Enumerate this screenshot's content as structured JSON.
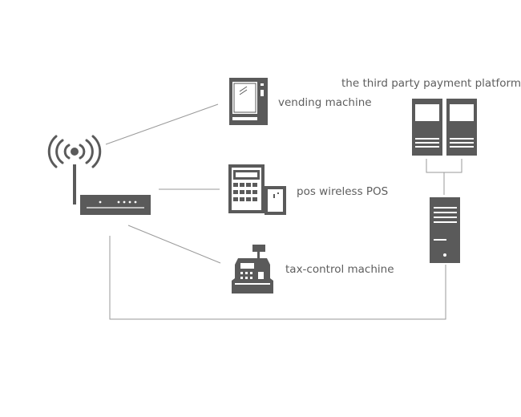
{
  "labels": {
    "vending_machine": "vending machine",
    "pos": "pos wireless POS",
    "tax_control": "tax-control machine",
    "payment_platform": "the third party payment platform"
  },
  "icons": {
    "router": "wireless-router-icon",
    "vending_machine": "vending-machine-icon",
    "pos": "pos-terminal-icon",
    "tax_control": "cash-register-icon",
    "platform_servers": "server-tower-icon",
    "gateway_server": "server-tower-icon"
  },
  "colors": {
    "icon": "#5a5a5a",
    "line": "#9a9a9a",
    "text": "#5e5e5e"
  }
}
